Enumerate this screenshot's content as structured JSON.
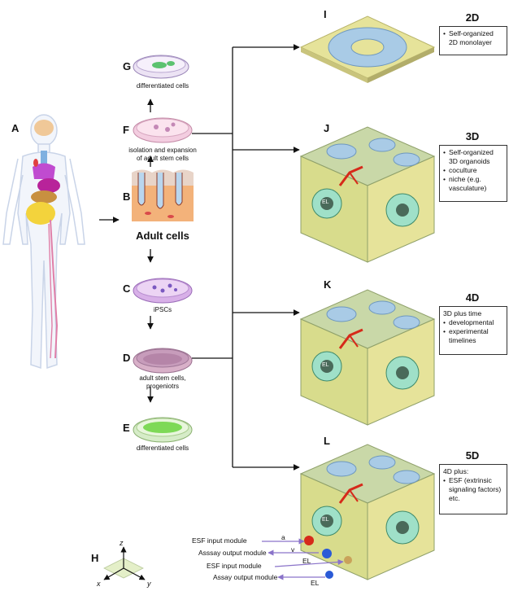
{
  "letters": {
    "A": "A",
    "B": "B",
    "C": "C",
    "D": "D",
    "E": "E",
    "F": "F",
    "G": "G",
    "H": "H",
    "I": "I",
    "J": "J",
    "K": "K",
    "L": "L"
  },
  "captions": {
    "g": "differentiated cells",
    "f_line1": "isolation and expansion",
    "f_line2": "of adult stem cells",
    "b": "Adult cells",
    "c": "iPSCs",
    "d_line1": "adult stem cells,",
    "d_line2": "progeniotrs",
    "e": "differentiated cells"
  },
  "axes": {
    "z": "z",
    "x": "x",
    "y": "y"
  },
  "dims": {
    "d2": {
      "title": "2D",
      "items": [
        "Self-organized 2D monolayer"
      ]
    },
    "d3": {
      "title": "3D",
      "items": [
        "Self-organized 3D organoids",
        "coculture",
        "niche (e.g. vasculature)"
      ]
    },
    "d4": {
      "title": "4D",
      "intro": "3D plus time",
      "items": [
        "developmental",
        "experimental timelines"
      ]
    },
    "d5": {
      "title": "5D",
      "intro": "4D plus:",
      "items": [
        "ESF (extrinsic signaling factors) etc."
      ]
    }
  },
  "modules": {
    "esf1": "ESF input module",
    "assay1": "Asssay output module",
    "esf2": "ESF input module",
    "assay2": "Assay output module",
    "a": "a",
    "v": "v",
    "el1": "EL",
    "el2": "EL"
  },
  "cube_labels": {
    "el": "EL"
  },
  "colors": {
    "cube_top": "#c9d8a8",
    "cube_side": "#e6e39a",
    "organoid": "#a9cbe6",
    "cell": "#9fe0c8",
    "dish_pink": "#f5c8dc",
    "dish_green": "#7ed957",
    "vessel": "#d62a1a"
  }
}
